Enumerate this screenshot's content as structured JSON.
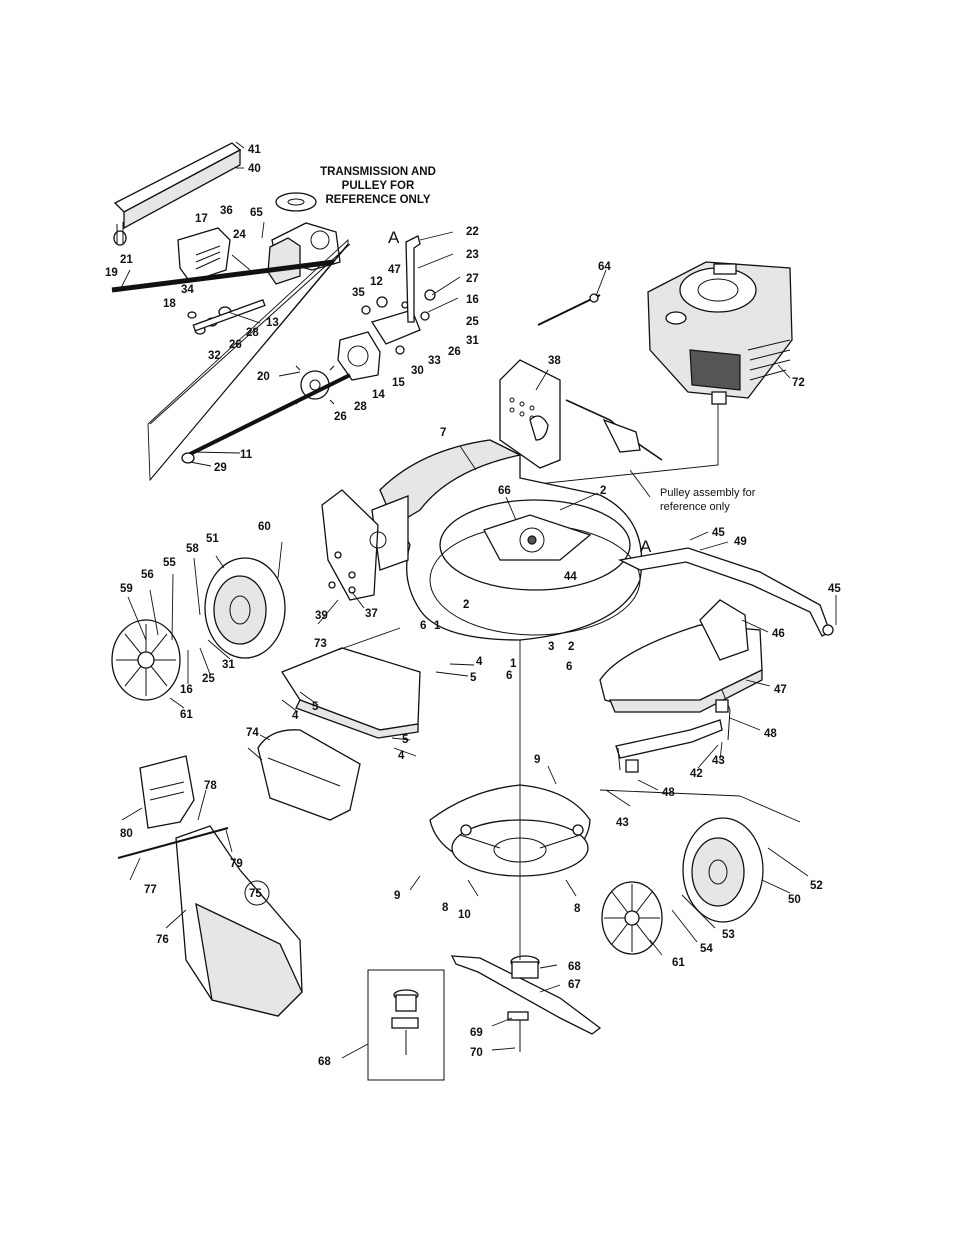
{
  "notes": {
    "transmission_line1": "TRANSMISSION AND",
    "transmission_line2": "PULLEY FOR",
    "transmission_line3": "REFERENCE ONLY",
    "pulley_line1": "Pulley assembly for",
    "pulley_line2": "reference only",
    "ref_A_top": "A",
    "ref_A_handle": "A"
  },
  "callouts": [
    "41",
    "40",
    "65",
    "17",
    "36",
    "24",
    "21",
    "19",
    "34",
    "18",
    "13",
    "28",
    "26",
    "32",
    "35",
    "12",
    "47",
    "22",
    "23",
    "27",
    "16",
    "25",
    "31",
    "26",
    "33",
    "30",
    "15",
    "14",
    "28",
    "26",
    "20",
    "11",
    "29",
    "64",
    "38",
    "72",
    "7",
    "66",
    "2",
    "2",
    "45",
    "49",
    "44",
    "45",
    "46",
    "47",
    "48",
    "43",
    "42",
    "48",
    "43",
    "6",
    "1",
    "3",
    "2",
    "6",
    "1",
    "6",
    "4",
    "5",
    "5",
    "4",
    "5",
    "4",
    "73",
    "37",
    "39",
    "60",
    "51",
    "58",
    "55",
    "56",
    "59",
    "31",
    "25",
    "16",
    "61",
    "74",
    "78",
    "80",
    "79",
    "77",
    "75",
    "76",
    "9",
    "9",
    "8",
    "10",
    "8",
    "52",
    "50",
    "53",
    "54",
    "61",
    "68",
    "67",
    "69",
    "70",
    "68"
  ],
  "icons": {
    "engine": "engine-icon",
    "deck": "mower-deck-icon",
    "wheel": "wheel-icon",
    "blade": "blade-icon",
    "bag": "grass-bag-icon"
  }
}
